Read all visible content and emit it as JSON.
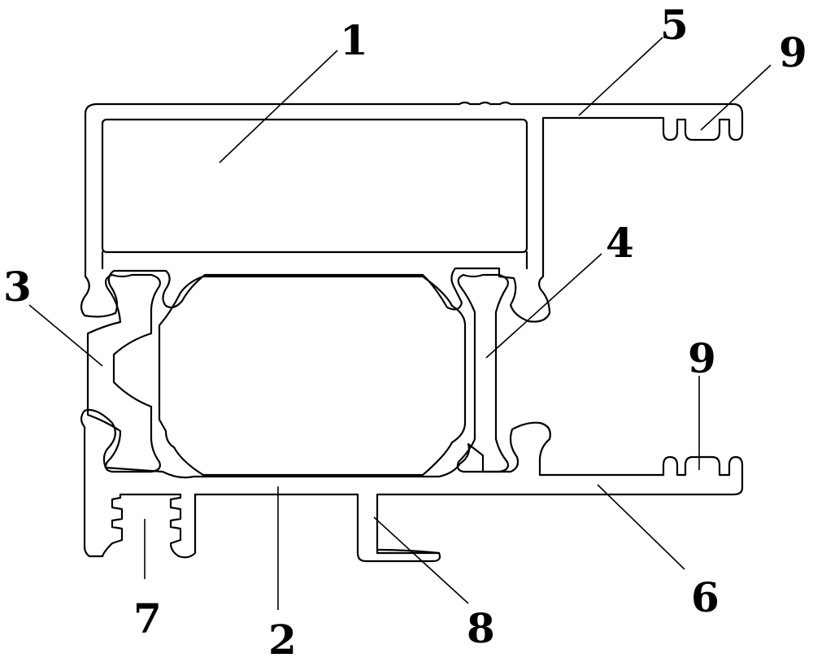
{
  "figure": {
    "stroke_color": "#000000",
    "background": "#ffffff",
    "callouts": {
      "c1": "1",
      "c2": "2",
      "c3": "3",
      "c4": "4",
      "c5": "5",
      "c6": "6",
      "c7": "7",
      "c8": "8",
      "c9_top": "9",
      "c9_bottom": "9"
    }
  }
}
